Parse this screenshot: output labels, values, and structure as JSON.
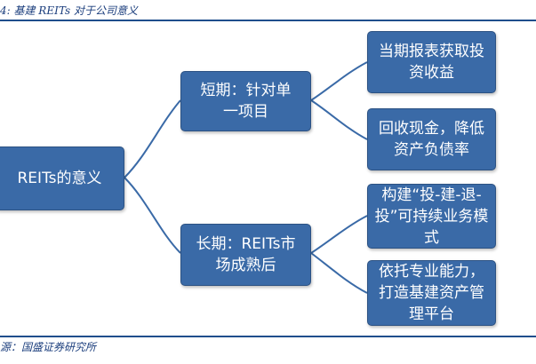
{
  "caption": "4: 基建 REITs 对于公司意义",
  "source": "源：国盛证券研究所",
  "colors": {
    "node_fill": "#3a6aa7",
    "node_border": "#2c5283",
    "rule": "#1f4e8c",
    "text": "#ffffff"
  },
  "nodes": {
    "root": "REITs的意义",
    "short_term": "短期：针对单一项目",
    "long_term": "长期：REITs市场成熟后",
    "leaf_1": "当期报表获取投资收益",
    "leaf_2": "回收现金，降低资产负债率",
    "leaf_3": "构建“投-建-退-投”可持续业务模式",
    "leaf_4": "依托专业能力，打造基建资产管理平台"
  }
}
